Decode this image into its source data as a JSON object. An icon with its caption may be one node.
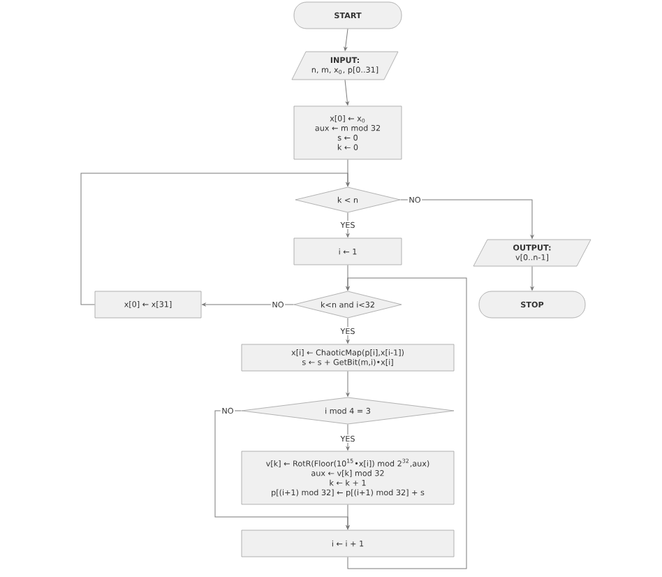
{
  "diagram": {
    "nodes": [
      {
        "text": [
          "START"
        ]
      },
      {
        "text": [
          "INPUT:",
          "n, m, x$_{0}$, p[0..31]"
        ]
      },
      {
        "text": [
          "x[0] ← x$_{0}$",
          "aux ← m mod 32",
          "s ← 0",
          "k ← 0"
        ]
      },
      {
        "text": [
          "k < n"
        ]
      },
      {
        "text": [
          "i ← 1"
        ]
      },
      {
        "text": [
          "OUTPUT:",
          "v[0..n-1]"
        ]
      },
      {
        "text": [
          "STOP"
        ]
      },
      {
        "text": [
          "k<n and i<32"
        ]
      },
      {
        "text": [
          "x[0] ← x[31]"
        ]
      },
      {
        "text": [
          "x[i] ← ChaoticMap(p[i],x[i-1])",
          "s ← s + GetBit(m,i)•x[i]"
        ]
      },
      {
        "text": [
          "i mod 4 = 3"
        ]
      },
      {
        "text": [
          "v[k] ← RotR(Floor(10$^{15}$•x[i]) mod 2$^{32}$,aux)",
          "aux ← v[k] mod 32",
          "k ← k + 1",
          "p[(i+1) mod 32] ← p[(i+1) mod 32] + s"
        ]
      },
      {
        "text": [
          "i ← i + 1"
        ]
      }
    ],
    "edges": [
      {
        "from": 0,
        "to": 1,
        "arrow": "to"
      },
      {
        "from": 1,
        "to": 2,
        "arrow": "to"
      },
      {
        "from": 2,
        "to": 3,
        "arrow": "to"
      },
      {
        "from": 3,
        "to": 4,
        "arrow": "to",
        "label": "YES"
      },
      {
        "from": 3,
        "to": 5,
        "arrow": "to",
        "label": "NO"
      },
      {
        "from": 4,
        "to": 7,
        "arrow": "to"
      },
      {
        "from": 5,
        "to": 6,
        "arrow": "to"
      },
      {
        "from": 7,
        "to": 9,
        "arrow": "to",
        "label": "YES"
      },
      {
        "from": 7,
        "to": 8,
        "arrow": "to",
        "label": "NO"
      },
      {
        "from": 8,
        "to": 3,
        "arrow": "to"
      },
      {
        "from": 9,
        "to": 10,
        "arrow": "to"
      },
      {
        "from": 10,
        "to": 11,
        "arrow": "to",
        "label": "YES"
      },
      {
        "from": 10,
        "to": 12,
        "arrow": "to",
        "label": "NO"
      },
      {
        "from": 11,
        "to": 12,
        "arrow": "to"
      },
      {
        "from": 12,
        "to": 7,
        "arrow": "to"
      }
    ]
  }
}
